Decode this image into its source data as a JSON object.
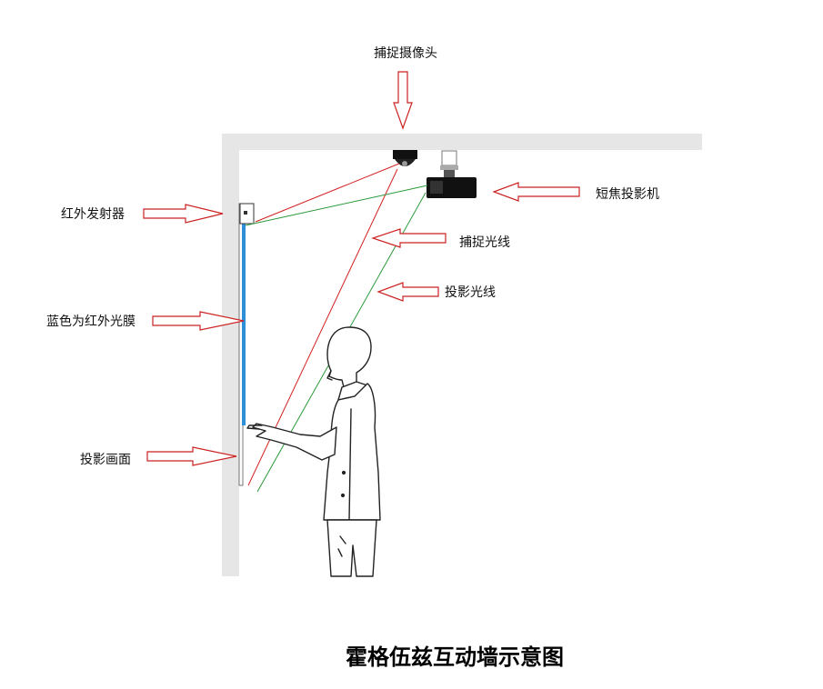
{
  "labels": {
    "capture_camera": "捕捉摄像头",
    "short_throw_projector": "短焦投影机",
    "ir_emitter": "红外发射器",
    "capture_light": "捕捉光线",
    "projection_light": "投影光线",
    "ir_film": "蓝色为红外光膜",
    "projection_screen": "投影画面"
  },
  "title": "霍格伍兹互动墙示意图",
  "colors": {
    "wall": "#e6e6e6",
    "film": "#2f8fd6",
    "capture_ray": "#d42020",
    "projection_ray": "#2a9a3a",
    "arrow_stroke": "#cc2222",
    "device": "#111111"
  },
  "icons": {
    "camera": "dome-camera-icon",
    "projector": "projector-icon",
    "emitter": "ir-emitter-icon",
    "person": "person-figure"
  }
}
